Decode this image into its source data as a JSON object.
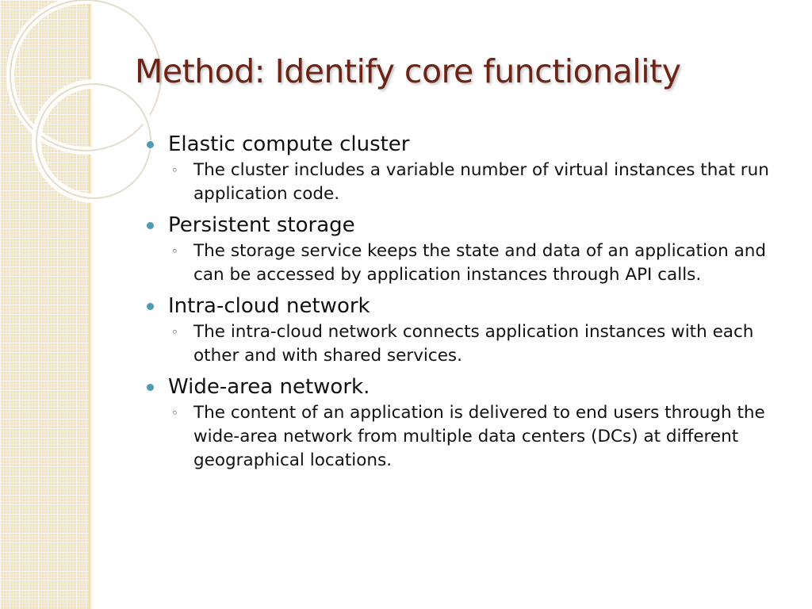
{
  "slide": {
    "title": "Method: Identify core functionality",
    "bullets": [
      {
        "heading": "Elastic compute cluster",
        "detail": "The cluster includes a variable number of virtual instances that run application code."
      },
      {
        "heading": "Persistent storage",
        "detail": "The storage service keeps the state and data of an application and can be accessed by application instances through API calls."
      },
      {
        "heading": "Intra-cloud network",
        "detail": "The intra-cloud network connects application instances with each other and with shared services."
      },
      {
        "heading": "Wide-area network.",
        "detail": "The content of an application is delivered to end users through the wide-area network from multiple data centers (DCs) at different geographical locations."
      }
    ],
    "colors": {
      "title": "#6b2416",
      "bullet_dot": "#4e9bb5",
      "side_strip": "#f3e4bd"
    },
    "icons": {
      "level1_marker": "filled-circle-bullet",
      "level2_marker": "hollow-circle-bullet"
    }
  }
}
